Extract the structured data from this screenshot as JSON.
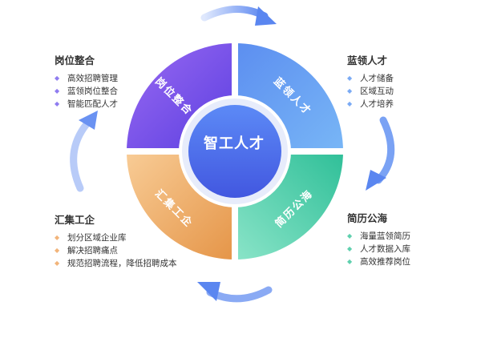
{
  "center": {
    "label": "智工人才",
    "color": "#4f6ff0"
  },
  "quadrants": [
    {
      "label": "岗位整合",
      "color": "#7b4fe8"
    },
    {
      "label": "蓝领人才",
      "color": "#5a9cf2"
    },
    {
      "label": "简历公海",
      "color": "#3ccaa0"
    },
    {
      "label": "汇集工企",
      "color": "#eea65e"
    }
  ],
  "blocks": {
    "tl": {
      "title": "岗位整合",
      "items": [
        "高效招聘管理",
        "蓝领岗位整合",
        "智能匹配人才"
      ]
    },
    "tr": {
      "title": "蓝领人才",
      "items": [
        "人才储备",
        "区域互动",
        "人才培养"
      ]
    },
    "br": {
      "title": "简历公海",
      "items": [
        "海量蓝领简历",
        "人才数据入库",
        "高效推荐岗位"
      ]
    },
    "bl": {
      "title": "汇集工企",
      "items": [
        "划分区域企业库",
        "解决招聘痛点",
        "规范招聘流程，降低招聘成本"
      ]
    }
  }
}
